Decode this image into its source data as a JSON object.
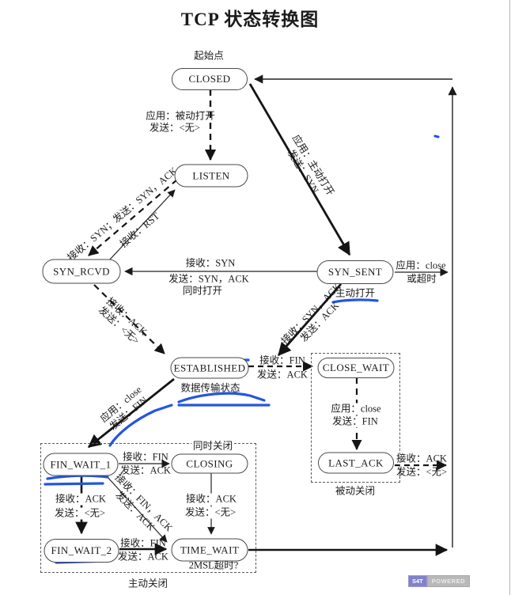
{
  "title": "TCP 状态转换图",
  "nodes": {
    "closed": "CLOSED",
    "listen": "LISTEN",
    "syn_rcvd": "SYN_RCVD",
    "syn_sent": "SYN_SENT",
    "established": "ESTABLISHED",
    "close_wait": "CLOSE_WAIT",
    "last_ack": "LAST_ACK",
    "fin_wait_1": "FIN_WAIT_1",
    "closing": "CLOSING",
    "fin_wait_2": "FIN_WAIT_2",
    "time_wait": "TIME_WAIT"
  },
  "annotations": {
    "start_point": "起始点",
    "active_open": "主动打开",
    "data_transfer": "数据传输状态",
    "simultaneous_open": "同时打开",
    "simultaneous_close": "同时关闭",
    "active_close": "主动关闭",
    "passive_close": "被动关闭",
    "msl_timeout": "2MSL超时?"
  },
  "transitions": {
    "closed_listen": [
      "应用：被动打开",
      "发送：<无>"
    ],
    "closed_synsent": [
      "应用：主动打开",
      "发送：SYN"
    ],
    "listen_synrcvd": [
      "接收：SYN；发送：SYN，ACK"
    ],
    "synrcvd_listen": [
      "接收：RST"
    ],
    "synsent_synrcvd": [
      "接收：SYN",
      "发送：SYN，ACK"
    ],
    "synsent_closed": [
      "应用：close",
      "或超时"
    ],
    "synsent_established": [
      "接收：SYN，ACK",
      "发送：ACK"
    ],
    "synrcvd_established": [
      "接收：ACK",
      "发送：<无>"
    ],
    "established_closewait": [
      "接收：FIN",
      "发送：ACK"
    ],
    "established_finwait1": [
      "应用：close",
      "发送：FIN"
    ],
    "finwait1_closing": [
      "接收：FIN",
      "发送：ACK"
    ],
    "finwait1_finwait2": [
      "接收：ACK",
      "发送：<无>"
    ],
    "finwait1_timewait": [
      "接收：FIN，ACK",
      "发送：ACK"
    ],
    "closing_timewait": [
      "接收：ACK",
      "发送：<无>"
    ],
    "finwait2_timewait": [
      "接收：FIN",
      "发送：ACK"
    ],
    "closewait_lastack": [
      "应用：close",
      "发送：FIN"
    ],
    "lastack_closed": [
      "接收：ACK",
      "发送：<无>"
    ]
  },
  "watermark": {
    "badge": "S4T",
    "label": "POWERED"
  },
  "colors": {
    "annotation_blue": "#2356e0",
    "watermark_purple": "#8282c9",
    "line": "#1a1a1a"
  }
}
